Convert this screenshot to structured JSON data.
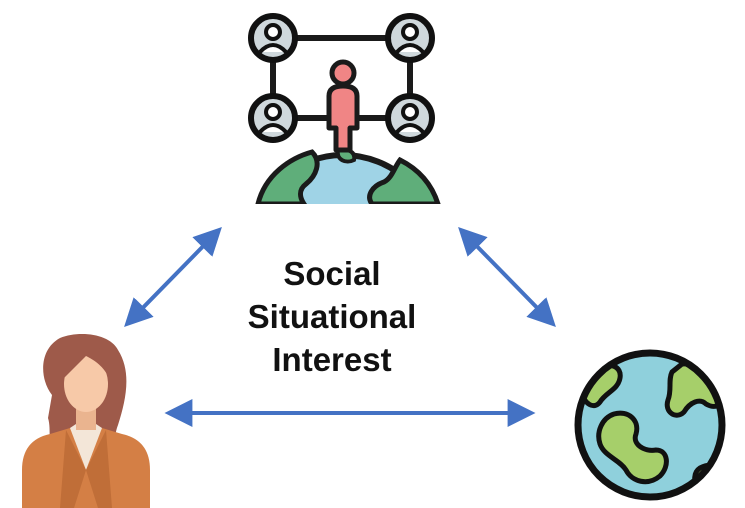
{
  "diagram": {
    "center_label_lines": [
      "Social",
      "Situational",
      "Interest"
    ]
  },
  "nodes": {
    "top": {
      "icon": "social-network-globe-icon"
    },
    "left": {
      "icon": "person-woman-icon"
    },
    "right": {
      "icon": "globe-icon"
    }
  },
  "colors": {
    "arrow": "#4472c4",
    "network_line": "#1a1a1a",
    "avatar_ring": "#111111",
    "avatar_fill": "#cfd8dc",
    "person_pink": "#f08585",
    "globe_ocean": "#9fd3e6",
    "globe_land": "#5fae7a",
    "world_ocean": "#8fd0dc",
    "world_land": "#a6cf6a",
    "hair": "#9e5a4a",
    "skin": "#f7c9a8",
    "jacket": "#d47f45"
  }
}
